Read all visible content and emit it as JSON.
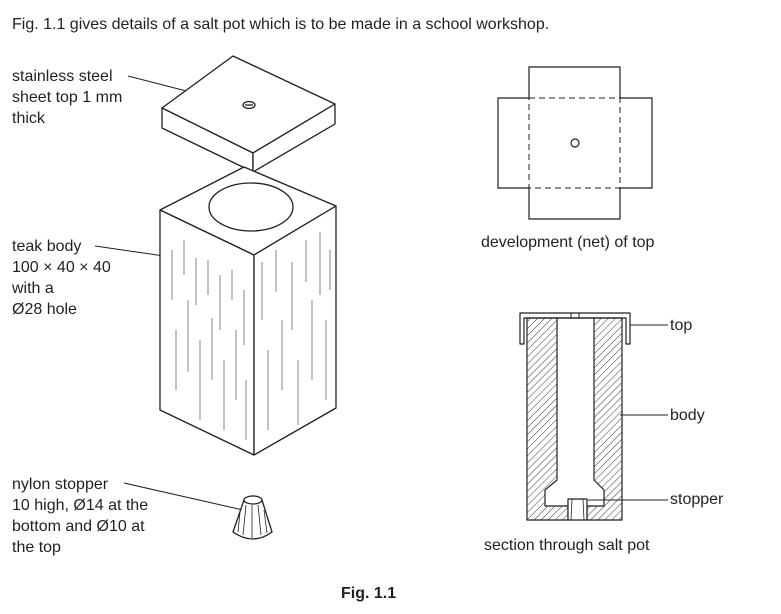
{
  "intro_text": "Fig. 1.1 gives details of a salt pot which is to be made in a school workshop.",
  "labels": {
    "top": [
      "stainless steel",
      "sheet top 1 mm",
      "thick"
    ],
    "body": [
      "teak body",
      "100 × 40 × 40",
      "with a",
      "Ø28 hole"
    ],
    "stopper": [
      "nylon stopper",
      "10 high, Ø14 at the",
      "bottom and Ø10 at",
      "the top"
    ]
  },
  "net_caption": "development (net) of top",
  "section": {
    "caption": "section through salt pot",
    "top_label": "top",
    "body_label": "body",
    "stopper_label": "stopper"
  },
  "figure_title": "Fig. 1.1"
}
